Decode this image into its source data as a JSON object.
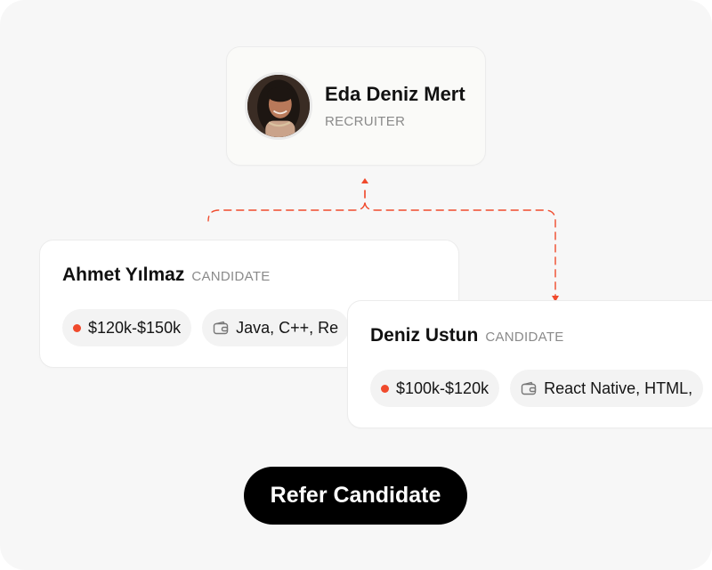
{
  "colors": {
    "accent": "#f04a2c",
    "button_bg": "#000000",
    "button_text": "#ffffff",
    "muted_text": "#8a8a8a"
  },
  "recruiter": {
    "name": "Eda Deniz Mert",
    "role": "RECRUITER",
    "avatar": "woman-portrait-photo"
  },
  "candidates": [
    {
      "name": "Ahmet Yılmaz",
      "role": "CANDIDATE",
      "salary": "$120k-$150k",
      "skills": "Java, C++, Re",
      "salary_icon": "red-dot-icon",
      "skills_icon": "wallet-icon"
    },
    {
      "name": "Deniz Ustun",
      "role": "CANDIDATE",
      "salary": "$100k-$120k",
      "skills": "React Native, HTML,",
      "salary_icon": "red-dot-icon",
      "skills_icon": "wallet-icon"
    }
  ],
  "action": {
    "refer_label": "Refer Candidate"
  }
}
